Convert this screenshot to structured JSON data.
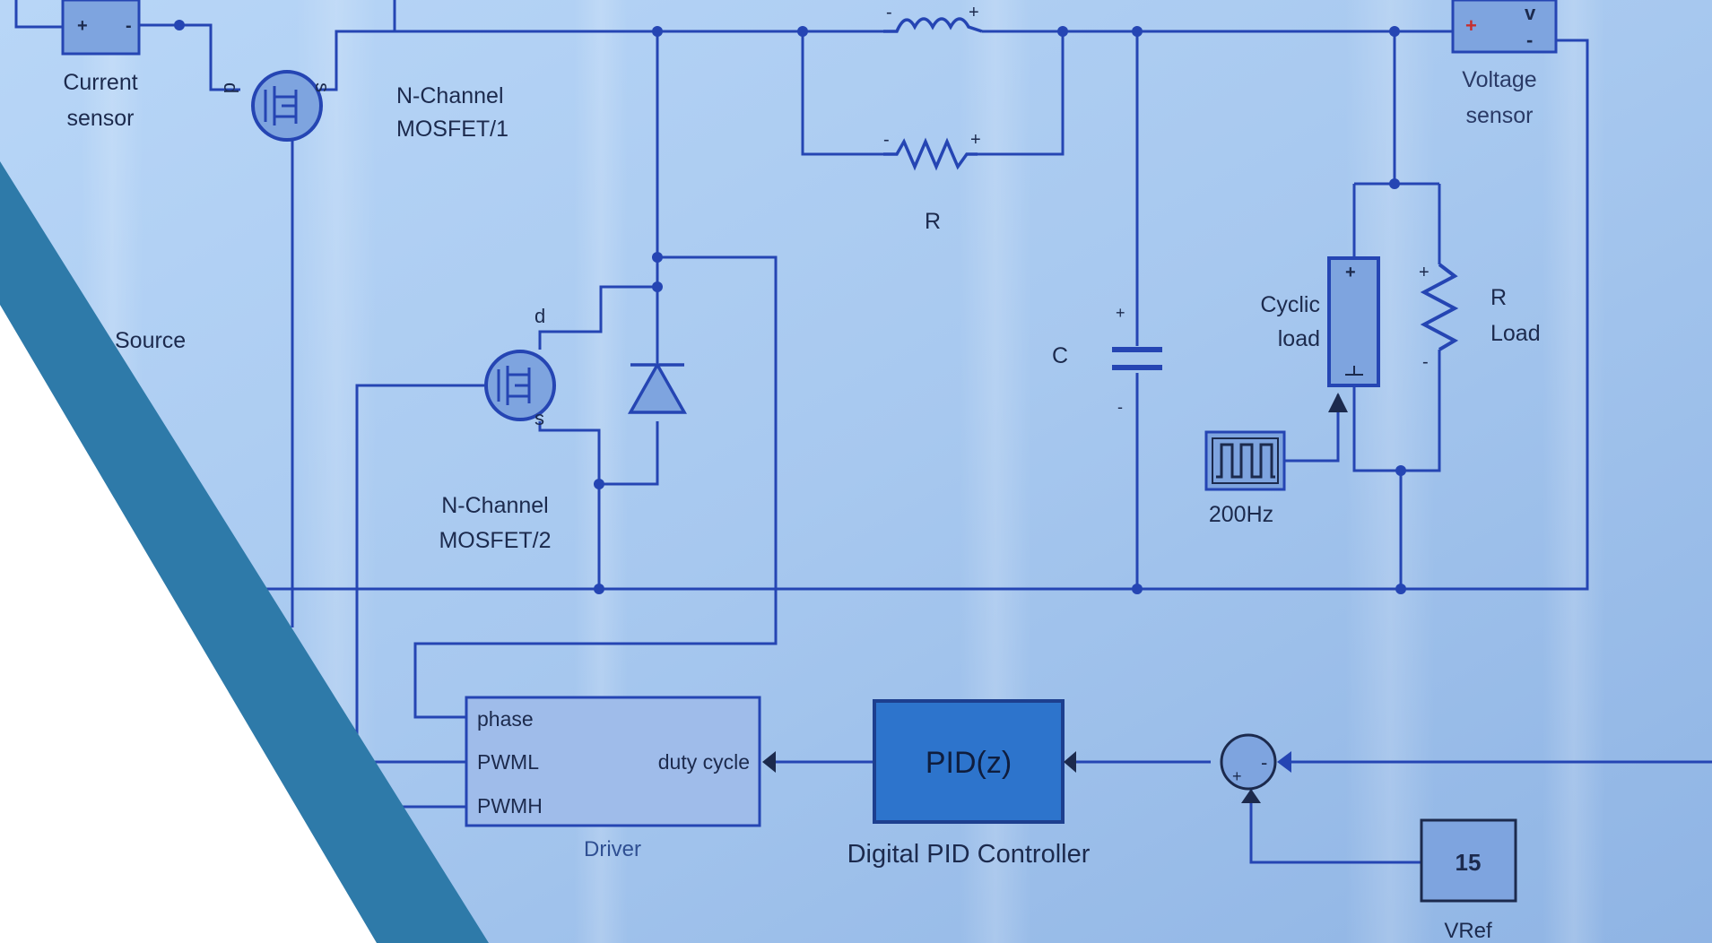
{
  "colors": {
    "background": "#a9cbf2",
    "wire": "#2545b3",
    "block_fill": "#7ea4df",
    "pid_fill": "#2d74cc",
    "text": "#1c2a4d",
    "accent_panel": "#2e7aa9",
    "white_panel": "#ffffff",
    "plus_sign": "#c62e2e"
  },
  "labels": {
    "current_sensor": [
      "Current",
      "sensor"
    ],
    "mosfet1": [
      "N-Channel",
      "MOSFET/1"
    ],
    "mosfet2": [
      "N-Channel",
      "MOSFET/2"
    ],
    "dc_source": "Source",
    "resistor": "R",
    "capacitor": "C",
    "cyclic_load": [
      "Cyclic",
      "load"
    ],
    "r_load": [
      "R",
      "Load"
    ],
    "voltage_sensor": [
      "Voltage",
      "sensor"
    ],
    "pulse_freq": "200Hz",
    "pid_block": "PID(z)",
    "pid_caption": "Digital PID Controller",
    "driver_caption": "Driver",
    "vref_value": "15",
    "vref_caption": "VRef",
    "voltage_port": "v"
  },
  "driver_ports": {
    "inputs": [
      "phase",
      "PWML",
      "PWMH"
    ],
    "output": "duty cycle"
  },
  "mosfet_pins": {
    "drain": "d",
    "source": "s"
  },
  "signs": {
    "plus": "+",
    "minus": "-",
    "sum_plus": "+",
    "sum_minus": "-"
  }
}
